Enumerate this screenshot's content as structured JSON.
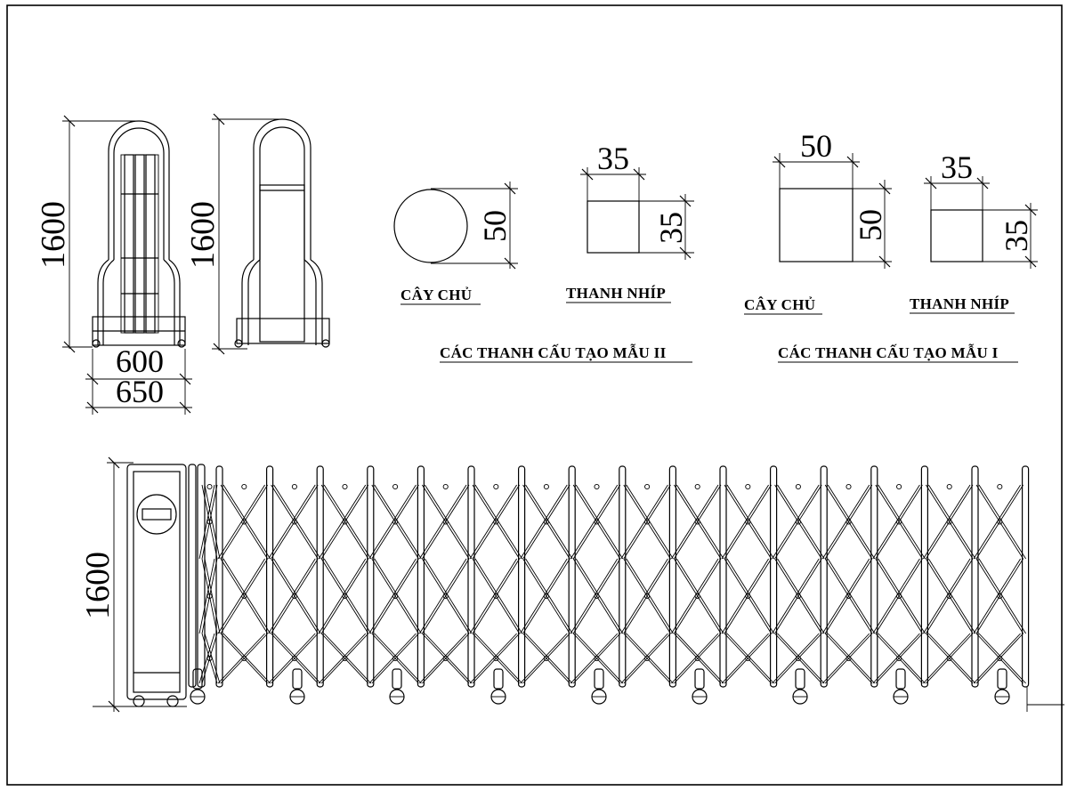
{
  "labels": {
    "cay_chu_1": "CÂY CHỦ",
    "thanh_nhip_1": "THANH NHÍP",
    "cay_chu_2": "CÂY CHỦ",
    "thanh_nhip_2": "THANH NHÍP",
    "section_ii": "CÁC THANH CẤU TẠO MẪU II",
    "section_i": "CÁC THANH CẤU TẠO MẪU I"
  },
  "dimensions": {
    "front_height": "1600",
    "side_height": "1600",
    "width_inner": "600",
    "width_outer": "650",
    "circle_dia": "50",
    "sq35_top": "35",
    "sq35_side": "35",
    "sq50_top": "50",
    "sq50_side": "50",
    "sq35b_top": "35",
    "sq35b_side": "35",
    "gate_height": "1600"
  }
}
